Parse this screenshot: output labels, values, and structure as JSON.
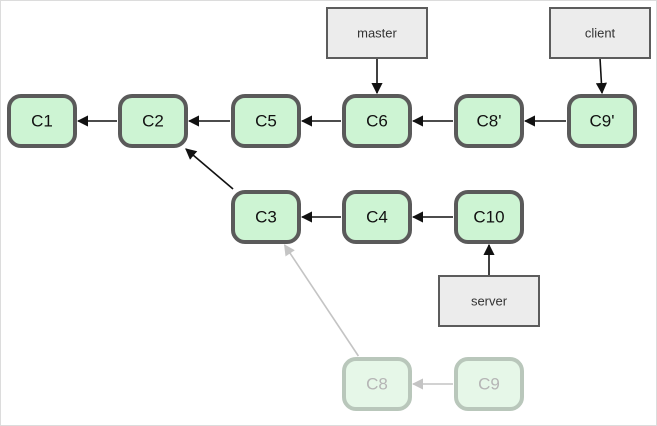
{
  "commits": [
    {
      "id": "c1",
      "label": "C1"
    },
    {
      "id": "c2",
      "label": "C2"
    },
    {
      "id": "c5",
      "label": "C5"
    },
    {
      "id": "c6",
      "label": "C6"
    },
    {
      "id": "c8p",
      "label": "C8'"
    },
    {
      "id": "c9p",
      "label": "C9'"
    },
    {
      "id": "c3",
      "label": "C3"
    },
    {
      "id": "c4",
      "label": "C4"
    },
    {
      "id": "c10",
      "label": "C10"
    },
    {
      "id": "c8",
      "label": "C8",
      "faded": true
    },
    {
      "id": "c9",
      "label": "C9",
      "faded": true
    }
  ],
  "refs": [
    {
      "id": "master",
      "label": "master",
      "target": "c6"
    },
    {
      "id": "client",
      "label": "client",
      "target": "c9p"
    },
    {
      "id": "server",
      "label": "server",
      "target": "c10"
    }
  ],
  "parent_links": [
    {
      "from": "c2",
      "to": "c1"
    },
    {
      "from": "c5",
      "to": "c2"
    },
    {
      "from": "c6",
      "to": "c5"
    },
    {
      "from": "c8p",
      "to": "c6"
    },
    {
      "from": "c9p",
      "to": "c8p"
    },
    {
      "from": "c3",
      "to": "c2"
    },
    {
      "from": "c4",
      "to": "c3"
    },
    {
      "from": "c10",
      "to": "c4"
    },
    {
      "from": "c8",
      "to": "c3",
      "faded": true
    },
    {
      "from": "c9",
      "to": "c8",
      "faded": true
    }
  ],
  "colors": {
    "commit_fill": "#cdf4d3",
    "commit_border": "#5a5a5a",
    "ref_fill": "#ececec",
    "ref_border": "#5c5c5c",
    "arrow": "#111111",
    "faded": "#c4c4c4"
  }
}
